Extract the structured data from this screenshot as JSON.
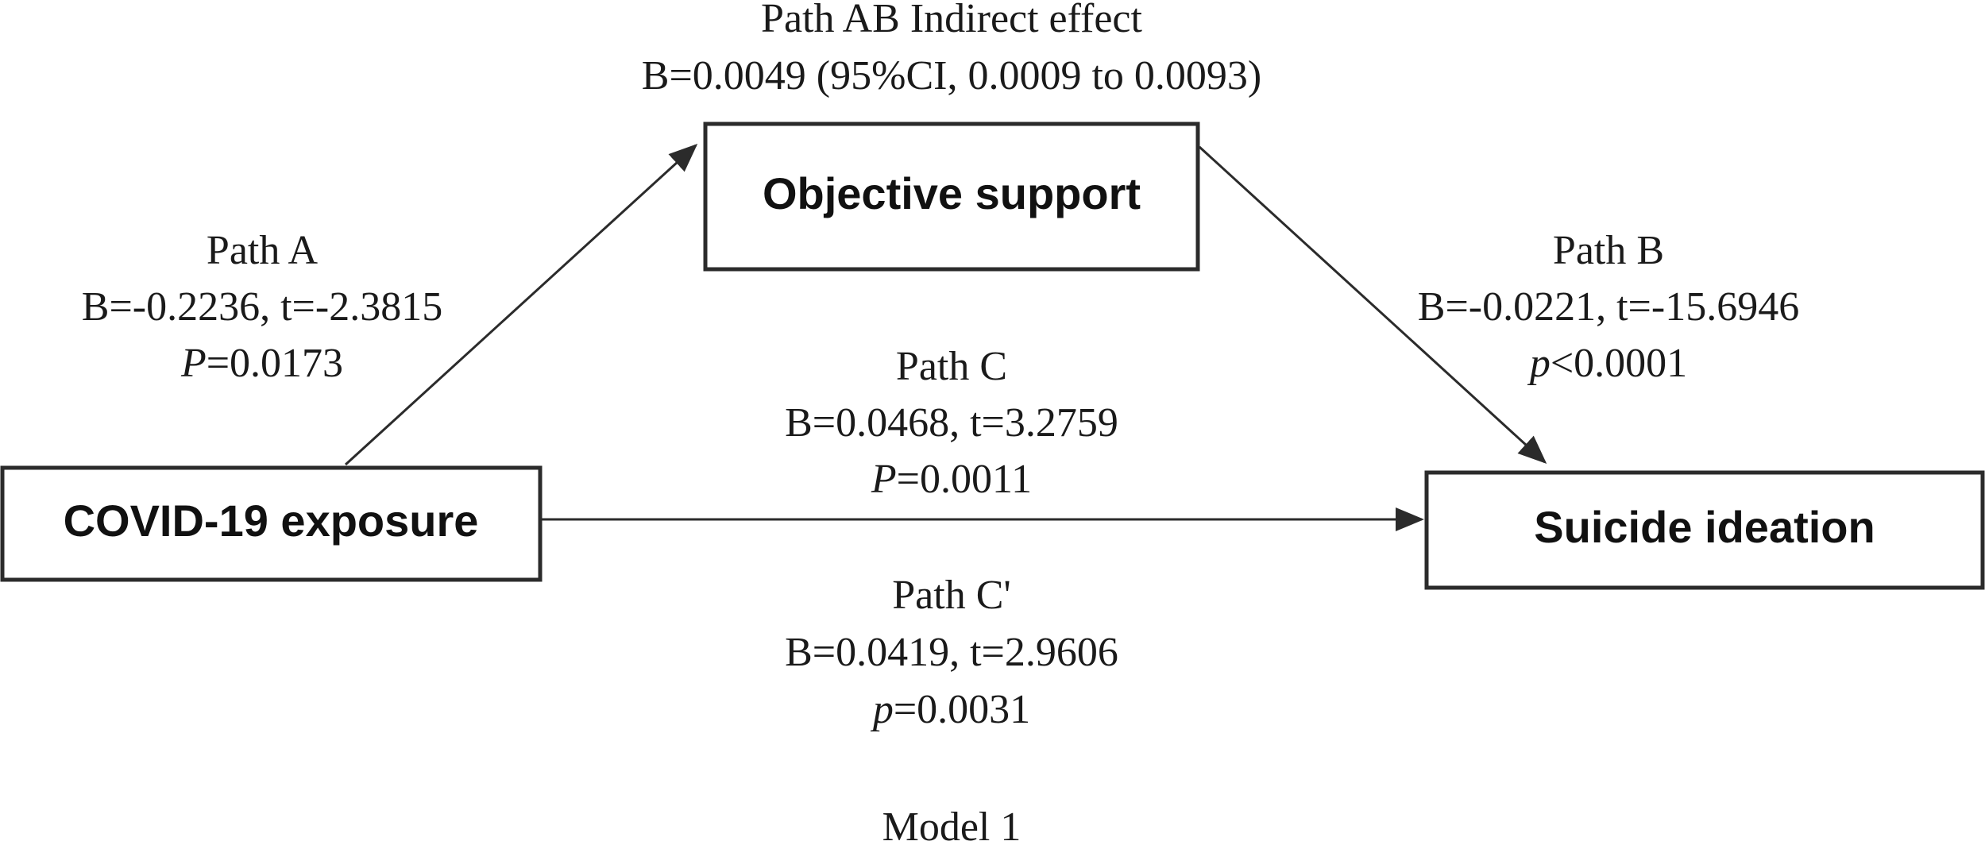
{
  "nodes": {
    "objective_support": "Objective support",
    "covid_exposure": "COVID-19 exposure",
    "suicide_ideation": "Suicide ideation"
  },
  "path_ab": {
    "title": "Path AB Indirect effect",
    "stat": "B=0.0049 (95%CI, 0.0009 to 0.0093)"
  },
  "path_a": {
    "title": "Path A",
    "stat": "B=-0.2236, t=-2.3815",
    "p_symbol": "P",
    "p_value": "=0.0173"
  },
  "path_b": {
    "title": "Path B",
    "stat": "B=-0.0221, t=-15.6946",
    "p_symbol": "p",
    "p_value": "<0.0001"
  },
  "path_c": {
    "title": "Path C",
    "stat": "B=0.0468, t=3.2759",
    "p_symbol": "P",
    "p_value": "=0.0011"
  },
  "path_c_prime": {
    "title": "Path C'",
    "stat": "B=0.0419, t=2.9606",
    "p_symbol": "p",
    "p_value": "=0.0031"
  },
  "model_label": "Model 1"
}
